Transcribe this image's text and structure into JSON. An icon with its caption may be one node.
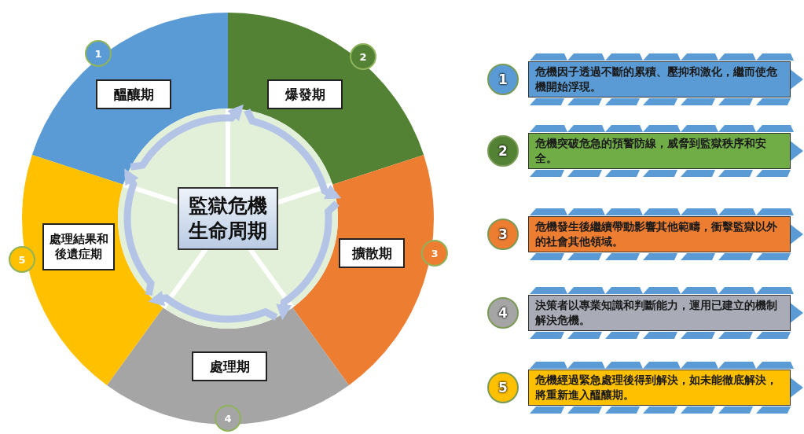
{
  "diagram": {
    "nodes": [
      {
        "text": [
          "醞釀期"
        ]
      },
      {
        "text": [
          "1"
        ]
      },
      {
        "text": [
          "爆發期"
        ]
      },
      {
        "text": [
          "2"
        ]
      },
      {
        "text": [
          "擴散期"
        ]
      },
      {
        "text": [
          "3"
        ]
      },
      {
        "text": [
          "處理期"
        ]
      },
      {
        "text": [
          "4"
        ]
      },
      {
        "text": [
          "處理結果和後遺症期"
        ]
      },
      {
        "text": [
          "5"
        ]
      },
      {
        "text": [
          "監獄危機生命周期"
        ]
      },
      {
        "text": [
          "1"
        ]
      },
      {
        "text": [
          "危機因子透過不斷的累積、壓抑和激化，繼而使危機開始浮現。"
        ]
      },
      {
        "text": [
          "2"
        ]
      },
      {
        "text": [
          "危機突破危急的預警防線，威脅到監獄秩序和安全。"
        ]
      },
      {
        "text": [
          "3"
        ]
      },
      {
        "text": [
          "危機發生後繼續帶動影響其他範疇，衝擊監獄以外的社會其他領域。"
        ]
      },
      {
        "text": [
          "4"
        ]
      },
      {
        "text": [
          "決策者以專業知識和判斷能力，運用已建立的機制解決危機。"
        ]
      },
      {
        "text": [
          "5"
        ]
      },
      {
        "text": [
          "危機經過緊急處理後得到解決，如未能徹底解決，將重新進入醞釀期。"
        ]
      }
    ],
    "edges": [
      {
        "from": 0,
        "to": 2,
        "arrow": "to"
      },
      {
        "from": 2,
        "to": 4,
        "arrow": "to"
      },
      {
        "from": 4,
        "to": 6,
        "arrow": "to"
      },
      {
        "from": 6,
        "to": 8,
        "arrow": "to"
      },
      {
        "from": 8,
        "to": 0,
        "arrow": "to"
      }
    ]
  }
}
